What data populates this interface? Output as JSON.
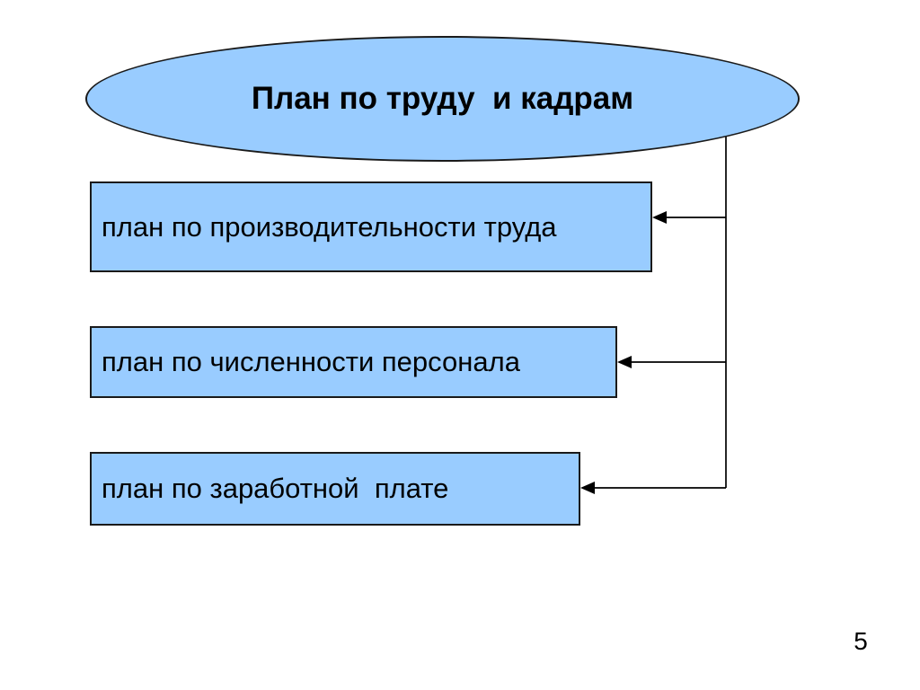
{
  "slide": {
    "title": {
      "label": "План по труду  и кадрам"
    },
    "boxes": [
      {
        "label": "план по производительности труда"
      },
      {
        "label": "план по численности персонала"
      },
      {
        "label": "план по заработной  плате"
      }
    ],
    "page_number": "5",
    "colors": {
      "shape_fill": "#99CCFF",
      "shape_border": "#1A1A1A",
      "connector_line": "#000000",
      "text": "#000000",
      "background": "#FFFFFF"
    }
  }
}
